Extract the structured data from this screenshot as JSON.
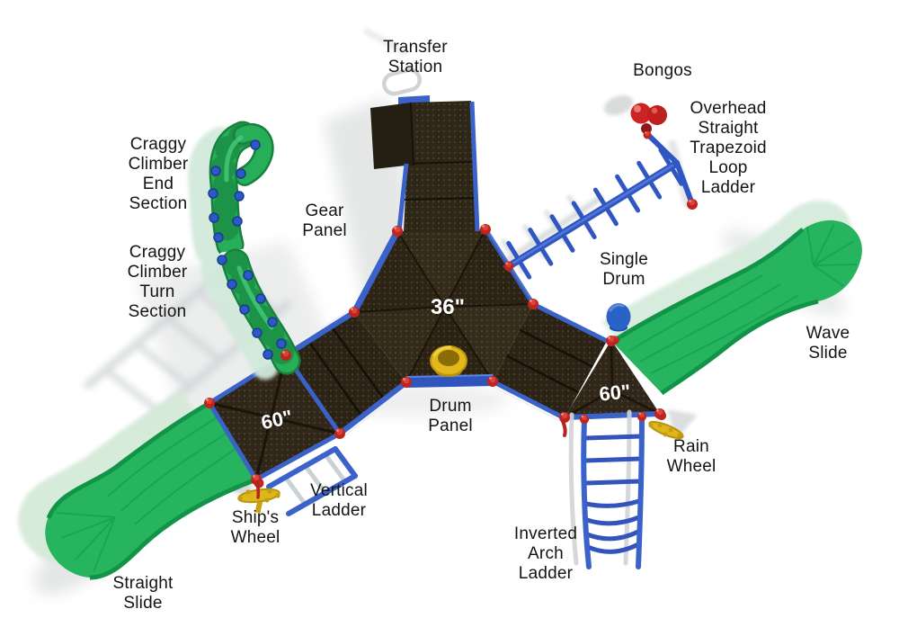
{
  "diagram": {
    "type": "playground-equipment-top-view",
    "labels": {
      "transfer_station": "Transfer\nStation",
      "bongos": "Bongos",
      "overhead_ladder": "Overhead\nStraight\nTrapezoid\nLoop\nLadder",
      "craggy_end": "Craggy\nClimber\nEnd\nSection",
      "gear_panel": "Gear\nPanel",
      "craggy_turn": "Craggy\nClimber\nTurn\nSection",
      "single_drum": "Single\nDrum",
      "wave_slide": "Wave\nSlide",
      "drum_panel": "Drum\nPanel",
      "rain_wheel": "Rain\nWheel",
      "ships_wheel": "Ship's\nWheel",
      "vertical_ladder": "Vertical\nLadder",
      "inverted_arch_ladder": "Inverted\nArch\nLadder",
      "straight_slide": "Straight\nSlide",
      "deck_36": "36\"",
      "deck_60_left": "60\"",
      "deck_60_right": "60\""
    },
    "colors": {
      "slide_green": "#27B45E",
      "structure_blue": "#3A5FC8",
      "deck_brown": "#30271A",
      "connector_red": "#C42525",
      "accessory_yellow": "#E2B81C",
      "drum_blue": "#2A63C8",
      "label_text": "#141414",
      "shadow_gray": "#D7DADB",
      "background": "#FFFFFF"
    }
  }
}
